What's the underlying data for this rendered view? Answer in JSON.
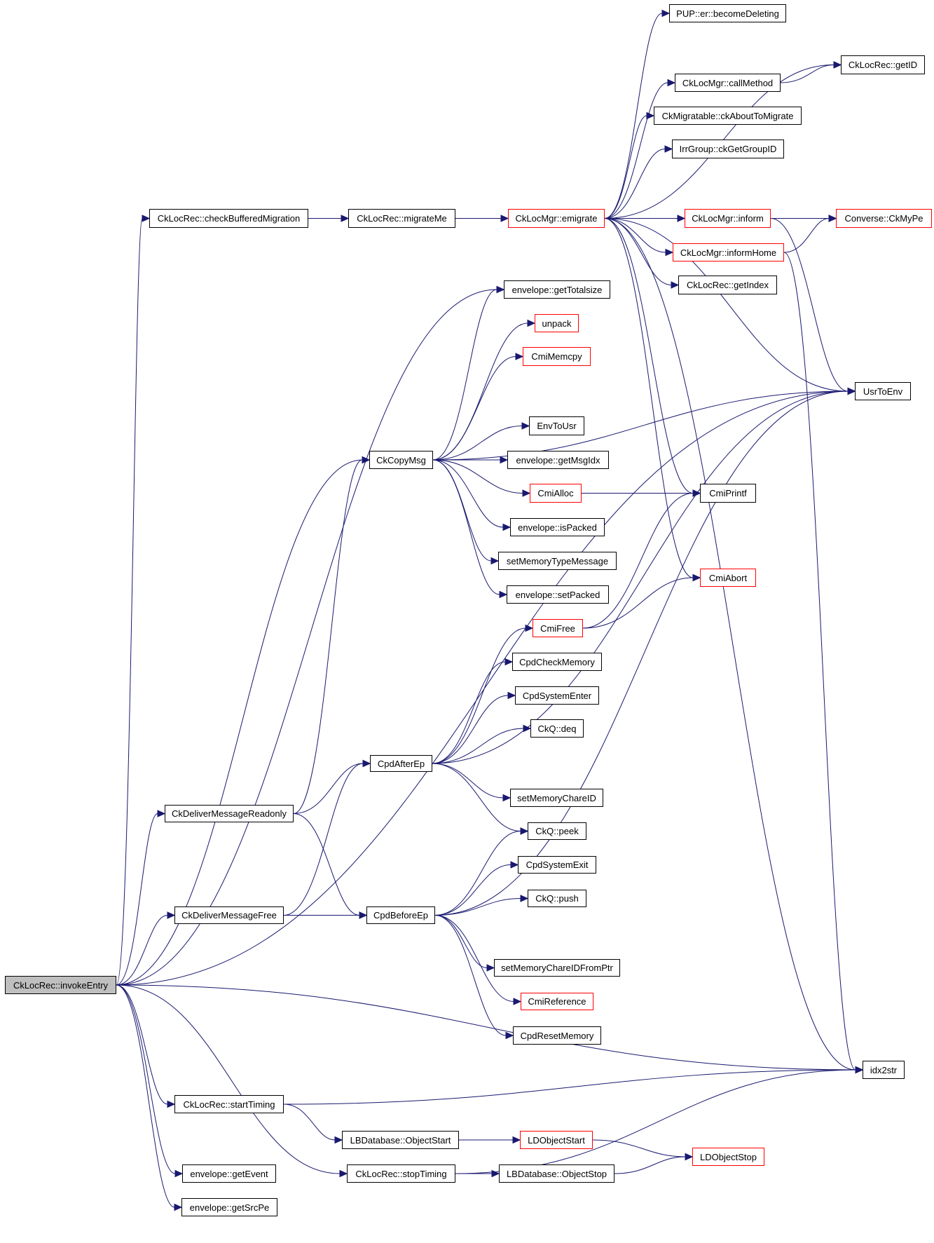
{
  "graph": {
    "title": "CkLocRec::invokeEntry call graph",
    "colors": {
      "edge": "#191970",
      "incomplete_border": "#ff0000",
      "root_fill": "#bfbfbf"
    },
    "nodes": [
      {
        "id": "invokeEntry",
        "label": "CkLocRec::invokeEntry",
        "style": "root"
      },
      {
        "id": "checkBufferedMigration",
        "label": "CkLocRec::checkBufferedMigration",
        "style": "normal"
      },
      {
        "id": "migrateMe",
        "label": "CkLocRec::migrateMe",
        "style": "normal"
      },
      {
        "id": "emigrate",
        "label": "CkLocMgr::emigrate",
        "style": "red"
      },
      {
        "id": "becomeDeleting",
        "label": "PUP::er::becomeDeleting",
        "style": "normal"
      },
      {
        "id": "getID",
        "label": "CkLocRec::getID",
        "style": "normal"
      },
      {
        "id": "callMethod",
        "label": "CkLocMgr::callMethod",
        "style": "normal"
      },
      {
        "id": "ckAboutToMigrate",
        "label": "CkMigratable::ckAboutToMigrate",
        "style": "normal"
      },
      {
        "id": "ckGetGroupID",
        "label": "IrrGroup::ckGetGroupID",
        "style": "normal"
      },
      {
        "id": "inform",
        "label": "CkLocMgr::inform",
        "style": "red"
      },
      {
        "id": "CkMyPe",
        "label": "Converse::CkMyPe",
        "style": "red"
      },
      {
        "id": "informHome",
        "label": "CkLocMgr::informHome",
        "style": "red"
      },
      {
        "id": "getIndex",
        "label": "CkLocRec::getIndex",
        "style": "normal"
      },
      {
        "id": "getTotalsize",
        "label": "envelope::getTotalsize",
        "style": "normal"
      },
      {
        "id": "unpack",
        "label": "unpack",
        "style": "red"
      },
      {
        "id": "CmiMemcpy",
        "label": "CmiMemcpy",
        "style": "red"
      },
      {
        "id": "UsrToEnv",
        "label": "UsrToEnv",
        "style": "normal"
      },
      {
        "id": "EnvToUsr",
        "label": "EnvToUsr",
        "style": "normal"
      },
      {
        "id": "CkCopyMsg",
        "label": "CkCopyMsg",
        "style": "normal"
      },
      {
        "id": "getMsgIdx",
        "label": "envelope::getMsgIdx",
        "style": "normal"
      },
      {
        "id": "CmiAlloc",
        "label": "CmiAlloc",
        "style": "red"
      },
      {
        "id": "CmiPrintf",
        "label": "CmiPrintf",
        "style": "normal"
      },
      {
        "id": "isPacked",
        "label": "envelope::isPacked",
        "style": "normal"
      },
      {
        "id": "setMemoryTypeMessage",
        "label": "setMemoryTypeMessage",
        "style": "normal"
      },
      {
        "id": "setPacked",
        "label": "envelope::setPacked",
        "style": "normal"
      },
      {
        "id": "CmiAbort",
        "label": "CmiAbort",
        "style": "red"
      },
      {
        "id": "CmiFree",
        "label": "CmiFree",
        "style": "red"
      },
      {
        "id": "CpdCheckMemory",
        "label": "CpdCheckMemory",
        "style": "normal"
      },
      {
        "id": "CpdSystemEnter",
        "label": "CpdSystemEnter",
        "style": "normal"
      },
      {
        "id": "deq",
        "label": "CkQ::deq",
        "style": "normal"
      },
      {
        "id": "CpdAfterEp",
        "label": "CpdAfterEp",
        "style": "normal"
      },
      {
        "id": "setMemoryChareID",
        "label": "setMemoryChareID",
        "style": "normal"
      },
      {
        "id": "CkDeliverMessageReadonly",
        "label": "CkDeliverMessageReadonly",
        "style": "normal"
      },
      {
        "id": "peek",
        "label": "CkQ::peek",
        "style": "normal"
      },
      {
        "id": "CpdSystemExit",
        "label": "CpdSystemExit",
        "style": "normal"
      },
      {
        "id": "push",
        "label": "CkQ::push",
        "style": "normal"
      },
      {
        "id": "CkDeliverMessageFree",
        "label": "CkDeliverMessageFree",
        "style": "normal"
      },
      {
        "id": "CpdBeforeEp",
        "label": "CpdBeforeEp",
        "style": "normal"
      },
      {
        "id": "setMemoryChareIDFromPtr",
        "label": "setMemoryChareIDFromPtr",
        "style": "normal"
      },
      {
        "id": "CmiReference",
        "label": "CmiReference",
        "style": "red"
      },
      {
        "id": "CpdResetMemory",
        "label": "CpdResetMemory",
        "style": "normal"
      },
      {
        "id": "idx2str",
        "label": "idx2str",
        "style": "normal"
      },
      {
        "id": "startTiming",
        "label": "CkLocRec::startTiming",
        "style": "normal"
      },
      {
        "id": "ObjectStart",
        "label": "LBDatabase::ObjectStart",
        "style": "normal"
      },
      {
        "id": "LDObjectStart",
        "label": "LDObjectStart",
        "style": "red"
      },
      {
        "id": "LDObjectStop",
        "label": "LDObjectStop",
        "style": "red"
      },
      {
        "id": "stopTiming",
        "label": "CkLocRec::stopTiming",
        "style": "normal"
      },
      {
        "id": "ObjectStop",
        "label": "LBDatabase::ObjectStop",
        "style": "normal"
      },
      {
        "id": "getEvent",
        "label": "envelope::getEvent",
        "style": "normal"
      },
      {
        "id": "getSrcPe",
        "label": "envelope::getSrcPe",
        "style": "normal"
      }
    ],
    "edges": [
      [
        "invokeEntry",
        "checkBufferedMigration"
      ],
      [
        "invokeEntry",
        "getTotalsize"
      ],
      [
        "invokeEntry",
        "UsrToEnv"
      ],
      [
        "invokeEntry",
        "CkCopyMsg"
      ],
      [
        "invokeEntry",
        "CkDeliverMessageReadonly"
      ],
      [
        "invokeEntry",
        "CkDeliverMessageFree"
      ],
      [
        "invokeEntry",
        "idx2str"
      ],
      [
        "invokeEntry",
        "startTiming"
      ],
      [
        "invokeEntry",
        "stopTiming"
      ],
      [
        "invokeEntry",
        "getEvent"
      ],
      [
        "invokeEntry",
        "getSrcPe"
      ],
      [
        "checkBufferedMigration",
        "migrateMe"
      ],
      [
        "migrateMe",
        "emigrate"
      ],
      [
        "emigrate",
        "becomeDeleting"
      ],
      [
        "emigrate",
        "getID"
      ],
      [
        "emigrate",
        "callMethod"
      ],
      [
        "emigrate",
        "ckAboutToMigrate"
      ],
      [
        "emigrate",
        "ckGetGroupID"
      ],
      [
        "emigrate",
        "CkMyPe"
      ],
      [
        "emigrate",
        "inform"
      ],
      [
        "emigrate",
        "informHome"
      ],
      [
        "emigrate",
        "getIndex"
      ],
      [
        "emigrate",
        "UsrToEnv"
      ],
      [
        "emigrate",
        "CmiPrintf"
      ],
      [
        "emigrate",
        "CmiAbort"
      ],
      [
        "emigrate",
        "idx2str"
      ],
      [
        "callMethod",
        "getID"
      ],
      [
        "inform",
        "CkMyPe"
      ],
      [
        "inform",
        "UsrToEnv"
      ],
      [
        "informHome",
        "CkMyPe"
      ],
      [
        "informHome",
        "idx2str"
      ],
      [
        "CkCopyMsg",
        "getTotalsize"
      ],
      [
        "CkCopyMsg",
        "unpack"
      ],
      [
        "CkCopyMsg",
        "CmiMemcpy"
      ],
      [
        "CkCopyMsg",
        "UsrToEnv"
      ],
      [
        "CkCopyMsg",
        "EnvToUsr"
      ],
      [
        "CkCopyMsg",
        "getMsgIdx"
      ],
      [
        "CkCopyMsg",
        "CmiAlloc"
      ],
      [
        "CkCopyMsg",
        "isPacked"
      ],
      [
        "CkCopyMsg",
        "setMemoryTypeMessage"
      ],
      [
        "CkCopyMsg",
        "setPacked"
      ],
      [
        "CmiAlloc",
        "CmiPrintf"
      ],
      [
        "CmiFree",
        "CmiPrintf"
      ],
      [
        "CmiFree",
        "CmiAbort"
      ],
      [
        "CkDeliverMessageReadonly",
        "CkCopyMsg"
      ],
      [
        "CkDeliverMessageReadonly",
        "CpdAfterEp"
      ],
      [
        "CkDeliverMessageReadonly",
        "CpdBeforeEp"
      ],
      [
        "CkDeliverMessageFree",
        "CpdAfterEp"
      ],
      [
        "CkDeliverMessageFree",
        "CpdBeforeEp"
      ],
      [
        "CpdAfterEp",
        "CmiFree"
      ],
      [
        "CpdAfterEp",
        "CpdCheckMemory"
      ],
      [
        "CpdAfterEp",
        "CpdSystemEnter"
      ],
      [
        "CpdAfterEp",
        "deq"
      ],
      [
        "CpdAfterEp",
        "UsrToEnv"
      ],
      [
        "CpdAfterEp",
        "setMemoryChareID"
      ],
      [
        "CpdAfterEp",
        "peek"
      ],
      [
        "CpdBeforeEp",
        "peek"
      ],
      [
        "CpdBeforeEp",
        "CpdSystemExit"
      ],
      [
        "CpdBeforeEp",
        "push"
      ],
      [
        "CpdBeforeEp",
        "UsrToEnv"
      ],
      [
        "CpdBeforeEp",
        "setMemoryChareIDFromPtr"
      ],
      [
        "CpdBeforeEp",
        "CmiReference"
      ],
      [
        "CpdBeforeEp",
        "CpdResetMemory"
      ],
      [
        "startTiming",
        "idx2str"
      ],
      [
        "startTiming",
        "ObjectStart"
      ],
      [
        "ObjectStart",
        "LDObjectStart"
      ],
      [
        "LDObjectStart",
        "LDObjectStop"
      ],
      [
        "stopTiming",
        "ObjectStop"
      ],
      [
        "stopTiming",
        "idx2str"
      ],
      [
        "ObjectStop",
        "LDObjectStop"
      ]
    ]
  }
}
